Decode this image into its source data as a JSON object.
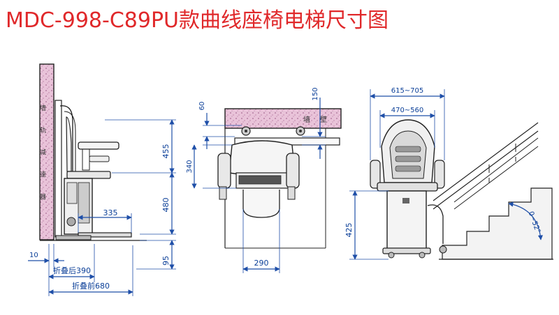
{
  "title": "MDC-998-C89PU款曲线座椅电梯尺寸图",
  "colors": {
    "title": "#e0282a",
    "dimension": "#0b3f98",
    "wall": "#e6bcd6"
  },
  "side_view": {
    "wall_text": "墙 轨 减 速 器",
    "dims": {
      "top_height": "455",
      "mid_height": "480",
      "floor_gap": "95",
      "footrest": "335",
      "wall_gap": "10",
      "folded_rear": "折叠后390",
      "folded_front": "折叠前680"
    }
  },
  "top_view": {
    "wall_label": "墙",
    "rail_label": "壁",
    "dims": {
      "top_offset": "60",
      "depth": "150",
      "seat_depth": "340",
      "width": "290"
    }
  },
  "front_view": {
    "dims": {
      "outer_width": "615~705",
      "inner_width": "470~560",
      "seat_height": "425",
      "angle": "0~52°"
    }
  }
}
